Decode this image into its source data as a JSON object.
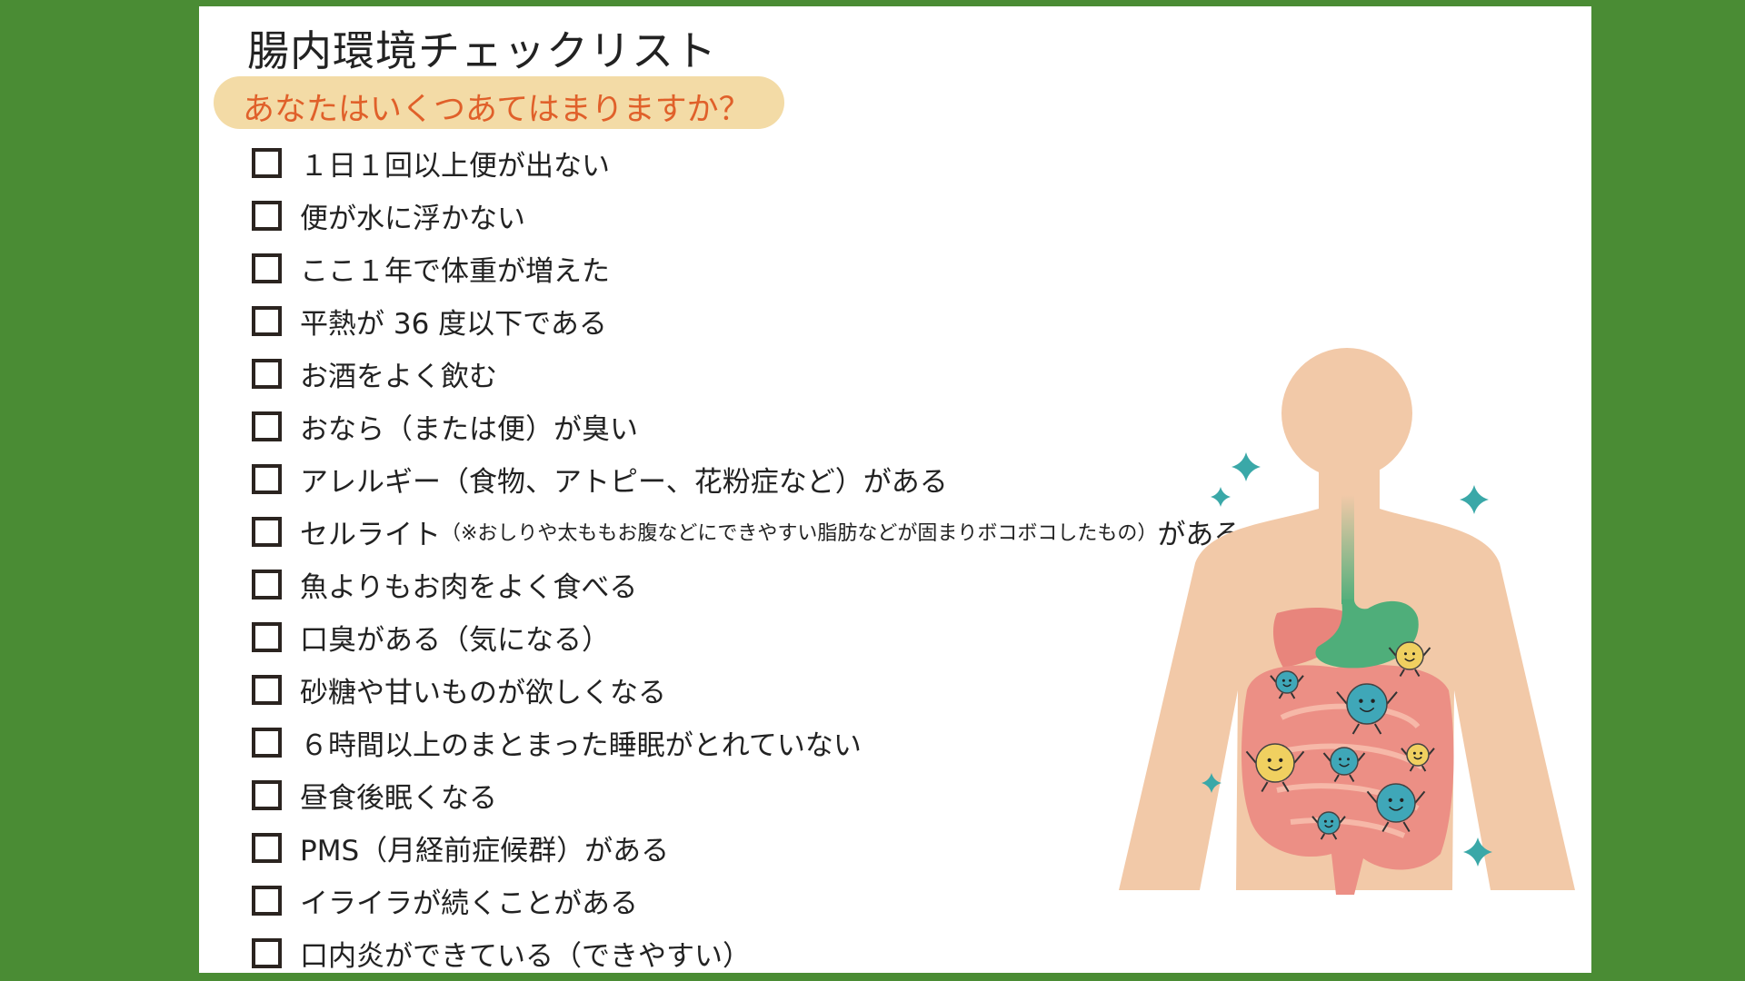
{
  "title": "腸内環境チェックリスト",
  "subtitle": "あなたはいくつあてはまりますか？",
  "items": [
    {
      "label": "１日１回以上便が出ない"
    },
    {
      "label": "便が水に浮かない"
    },
    {
      "label": "ここ１年で体重が増えた"
    },
    {
      "label": "平熱が 36 度以下である"
    },
    {
      "label": "お酒をよく飲む"
    },
    {
      "label": "おなら（または便）が臭い"
    },
    {
      "label": "アレルギー（食物、アトピー、花粉症など）がある"
    },
    {
      "label": "セルライト",
      "note": "（※おしりや太ももお腹などにできやすい脂肪などが固まりボコボコしたもの）",
      "suffix": "がある"
    },
    {
      "label": "魚よりもお肉をよく食べる"
    },
    {
      "label": "口臭がある（気になる）"
    },
    {
      "label": "砂糖や甘いものが欲しくなる"
    },
    {
      "label": "６時間以上のまとまった睡眠がとれていない"
    },
    {
      "label": "昼食後眠くなる"
    },
    {
      "label": "PMS（月経前症候群）がある"
    },
    {
      "label": "イライラが続くことがある"
    },
    {
      "label": "口内炎ができている（できやすい）"
    }
  ],
  "colors": {
    "background": "#4a8c34",
    "pill": "#f3dba6",
    "accent": "#e0602a",
    "skin": "#f2c9a8",
    "sparkle": "#3aa8a8"
  }
}
